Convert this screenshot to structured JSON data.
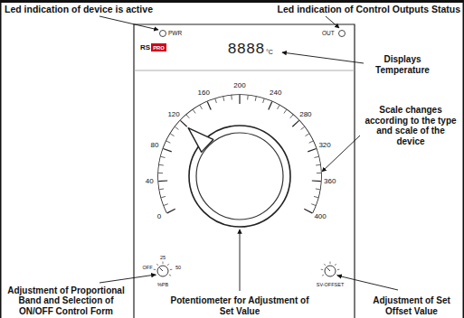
{
  "diagram": {
    "labels": [
      "Led indication of device is active",
      "Led indication of Control Outputs Status",
      "PWR",
      "OUT",
      "RS",
      "PRO",
      "8888",
      "°C",
      "Displays Temperature",
      "0",
      "40",
      "80",
      "120",
      "160",
      "200",
      "240",
      "280",
      "320",
      "360",
      "400",
      "Scale changes according to the type and scale of the device",
      "OFF",
      "25",
      "50",
      "%PB",
      "SV-OFFSET",
      "Adjustment of Proportional Band and Selection of ON/OFF Control Form",
      "Adjustment of Set Offset Value",
      "Potentiometer for Adjustment of Set Value"
    ]
  }
}
